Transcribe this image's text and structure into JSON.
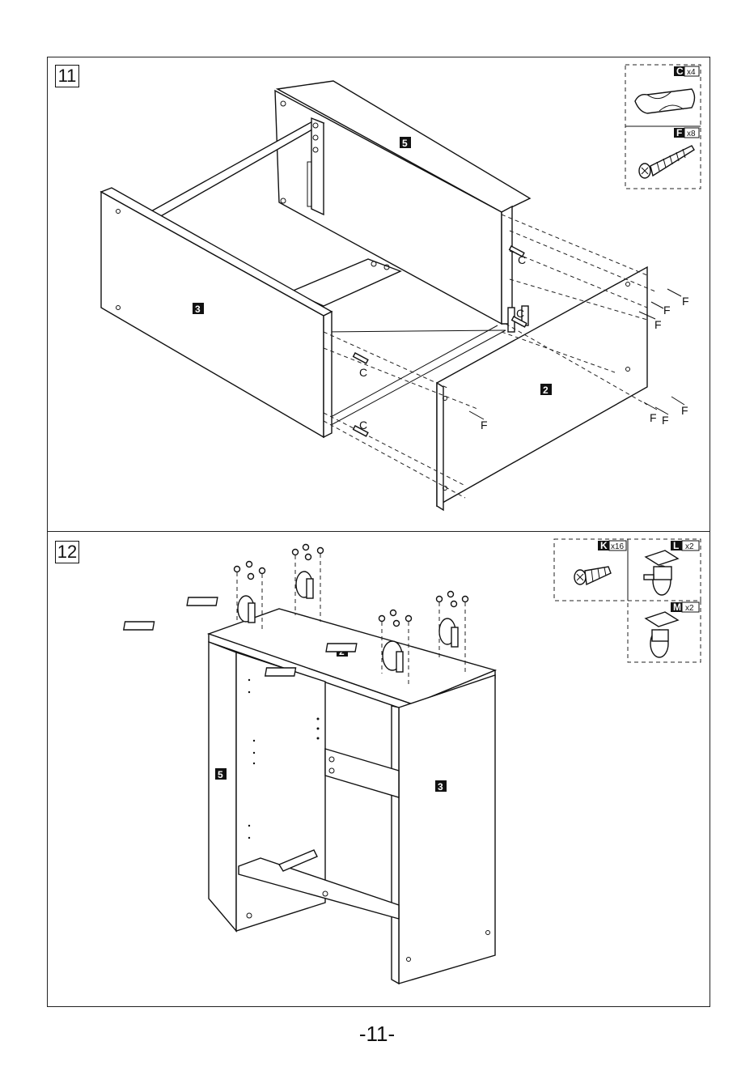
{
  "steps": [
    {
      "number": "11",
      "panel_labels": {
        "top_panel": "5",
        "left_panel": "3",
        "right_panel": "2"
      },
      "callouts": {
        "c1": "C",
        "c2": "C",
        "c3": "C",
        "c4": "C",
        "f1": "F",
        "f2": "F",
        "f3": "F",
        "f4": "F",
        "f5": "F",
        "f6": "F",
        "f7": "F"
      },
      "parts": [
        {
          "letter": "C",
          "qty": "x4",
          "icon": "cam-dowel-icon"
        },
        {
          "letter": "F",
          "qty": "x8",
          "icon": "wood-screw-icon"
        }
      ]
    },
    {
      "number": "12",
      "panel_labels": {
        "top_panel": "2",
        "left_panel": "5",
        "right_panel": "3"
      },
      "parts": [
        {
          "letter": "K",
          "qty": "x16",
          "icon": "short-screw-icon"
        },
        {
          "letter": "L",
          "qty": "x2",
          "icon": "brake-caster-icon"
        },
        {
          "letter": "M",
          "qty": "x2",
          "icon": "swivel-caster-icon"
        }
      ]
    }
  ],
  "page_number": "-11-"
}
